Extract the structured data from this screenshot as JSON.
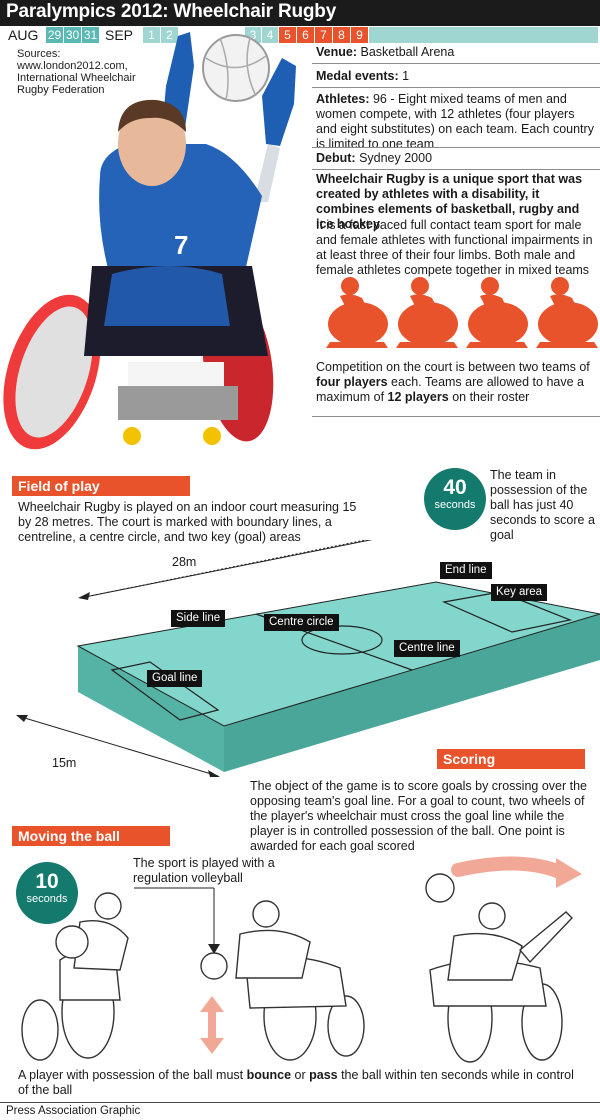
{
  "header": {
    "title": "Paralympics 2012: Wheelchair Rugby"
  },
  "calendar": {
    "aug_label": "AUG",
    "aug_days": [
      "29",
      "30",
      "31"
    ],
    "sep_label": "SEP",
    "sep_days": [
      "1",
      "2",
      "3",
      "4",
      "5",
      "6",
      "7",
      "8",
      "9"
    ],
    "event_days": [
      "5",
      "6",
      "7",
      "8",
      "9"
    ]
  },
  "sources": {
    "label": "Sources:",
    "lines": [
      "www.london2012.com,",
      "International Wheelchair",
      "Rugby Federation"
    ]
  },
  "info": {
    "venue_label": "Venue:",
    "venue_value": "Basketball Arena",
    "medal_label": "Medal events:",
    "medal_value": "1",
    "athletes_label": "Athletes:",
    "athletes_value": "96 - Eight mixed teams of men and women compete, with 12 athletes (four players and eight substitutes) on each team. Each country is limited to one team",
    "debut_label": "Debut:",
    "debut_value": "Sydney 2000",
    "intro_bold": "Wheelchair Rugby is a unique sport that was created by athletes with a disability, it combines elements of basketball, rugby and ice hockey",
    "intro_text": "It is a fast paced full contact team sport for male and female athletes with functional impairments in at least three of their four limbs. Both male and female athletes compete together in mixed teams",
    "competition_pre": "Competition on the court is between two teams of ",
    "competition_bold1": "four players",
    "competition_mid": " each. Teams are allowed to have a maximum of ",
    "competition_bold2": "12 players",
    "competition_post": " on their roster"
  },
  "field": {
    "heading": "Field of play",
    "text": "Wheelchair Rugby is played on an indoor court measuring 15 by 28 metres. The court is marked with boundary lines, a centreline, a centre circle, and two key (goal) areas",
    "dim_length": "28m",
    "dim_width": "15m",
    "labels": {
      "side_line": "Side line",
      "centre_circle": "Centre circle",
      "end_line": "End line",
      "key_area": "Key area",
      "centre_line": "Centre line",
      "goal_line": "Goal line"
    }
  },
  "badge40": {
    "number": "40",
    "unit": "seconds",
    "text": "The team in possession of the ball has just 40 seconds to score a goal"
  },
  "scoring": {
    "heading": "Scoring",
    "text": "The object of the game is to score goals by crossing over the opposing team's goal line. For a goal to count, two wheels of the player's wheelchair must cross the goal line while the player is in controlled possession of the ball. One point is awarded for each goal scored"
  },
  "moving": {
    "heading": "Moving the ball",
    "volleyball_note": "The sport is played with a regulation volleyball",
    "caption_pre": "A player with possession of the ball must ",
    "caption_bold1": "bounce",
    "caption_mid": " or ",
    "caption_bold2": "pass",
    "caption_post": " the ball within ten seconds while in control of the ball"
  },
  "badge10": {
    "number": "10",
    "unit": "seconds"
  },
  "jersey_number": "7",
  "footer": {
    "credit": "Press Association Graphic"
  },
  "colors": {
    "accent": "#e8532c",
    "teal": "#147a6d",
    "court": "#7fd3c7",
    "header": "#1b1b1b"
  }
}
